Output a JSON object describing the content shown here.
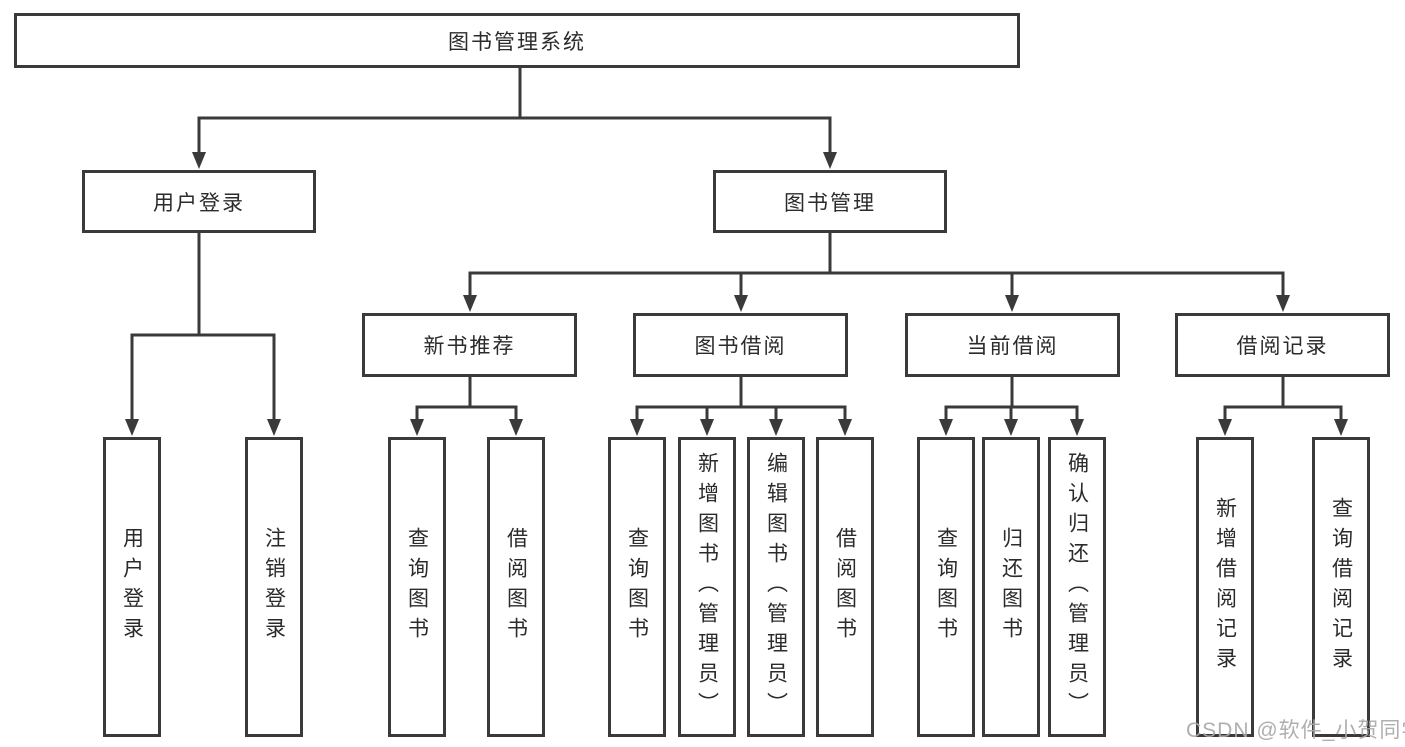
{
  "diagram": {
    "root": {
      "label": "图书管理系统"
    },
    "level2": [
      {
        "label": "用户登录"
      },
      {
        "label": "图书管理"
      }
    ],
    "level3": [
      {
        "label": "新书推荐"
      },
      {
        "label": "图书借阅"
      },
      {
        "label": "当前借阅"
      },
      {
        "label": "借阅记录"
      }
    ],
    "leaves": {
      "login": [
        "用户登录",
        "注销登录"
      ],
      "newbook": [
        "查询图书",
        "借阅图书"
      ],
      "borrow": [
        "查询图书",
        "新增图书（管理员）",
        "编辑图书（管理员）",
        "借阅图书"
      ],
      "current": [
        "查询图书",
        "归还图书",
        "确认归还（管理员）"
      ],
      "records": [
        "新增借阅记录",
        "查询借阅记录"
      ]
    }
  },
  "watermark": {
    "text": "CSDN @软件_小贺同学"
  },
  "colors": {
    "line": "#3a3a3a",
    "text": "#2b2b2b",
    "watermark": "#a8a8a8",
    "background": "#ffffff"
  }
}
